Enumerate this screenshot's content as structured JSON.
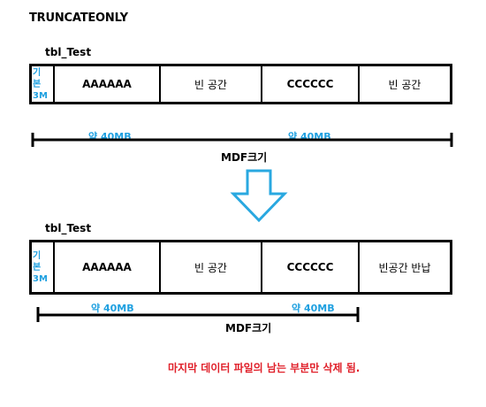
{
  "title": "TRUNCATEONLY",
  "before": {
    "table_label": "tbl_Test",
    "base_segment": [
      "기",
      "본",
      "3M"
    ],
    "segments": [
      "AAAAAA",
      "빈 공간",
      "CCCCCC",
      "빈 공간"
    ],
    "size_labels": [
      "약 40MB",
      "약 40MB"
    ],
    "mdf_label": "MDF크기"
  },
  "after": {
    "table_label": "tbl_Test",
    "base_segment": [
      "기",
      "본",
      "3M"
    ],
    "segments": [
      "AAAAAA",
      "빈 공간",
      "CCCCCC",
      "빈공간 반납"
    ],
    "size_labels": [
      "약 40MB",
      "약 40MB"
    ],
    "mdf_label": "MDF크기"
  },
  "note": "마지막 데이터 파일의 남는 부분만 삭제 됨.",
  "colors": {
    "accent": "#1fa0e0",
    "note": "#e0202a",
    "arrow_outline": "#29a8e0"
  },
  "icons": {
    "transition": "down-arrow-icon"
  }
}
